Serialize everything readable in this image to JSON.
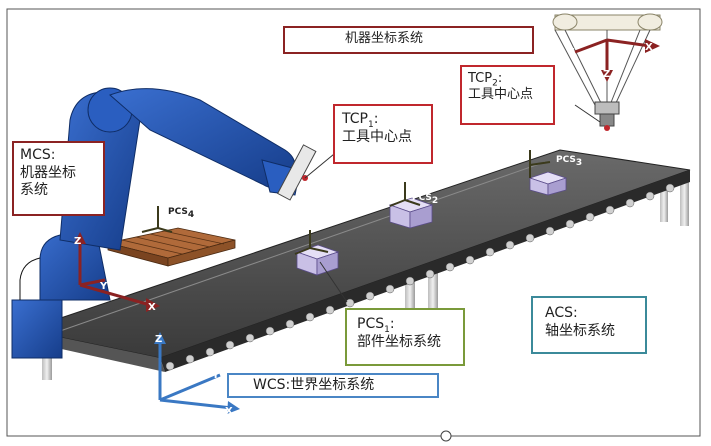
{
  "labels": {
    "machine_top": {
      "text": "机器坐标系统"
    },
    "tcp2": {
      "prefix": "TCP",
      "sub": "2",
      "suffix": ":",
      "line2": "工具中心点"
    },
    "tcp1": {
      "prefix": "TCP",
      "sub": "1",
      "suffix": ":",
      "line2": "工具中心点"
    },
    "mcs": {
      "line1": "MCS:",
      "line2": "机器坐标",
      "line3": "系统"
    },
    "pcs1": {
      "prefix": "PCS",
      "sub": "1",
      "suffix": ":",
      "line2": "部件坐标系统"
    },
    "acs": {
      "line1": "ACS:",
      "line2": "轴坐标系统"
    },
    "wcs": {
      "text": "WCS:世界坐标系统"
    }
  },
  "part_tags": {
    "pcs2": {
      "prefix": "PCS",
      "sub": "2"
    },
    "pcs3": {
      "prefix": "PCS",
      "sub": "3"
    },
    "pcs4": {
      "prefix": "PCS",
      "sub": "4"
    }
  },
  "axes": {
    "x": "X",
    "y": "Y",
    "z": "Z"
  },
  "colors": {
    "red_box": "#c0272d",
    "dark_red_box": "#8b2323",
    "green_box": "#7a9a3a",
    "teal_box": "#3b8a9a",
    "blue_box": "#4a86c5",
    "robot_blue": "#1f4fa8",
    "axis_red": "#8b2222",
    "axis_blue": "#3a78c3",
    "part_lilac": "#c9c0e6"
  }
}
